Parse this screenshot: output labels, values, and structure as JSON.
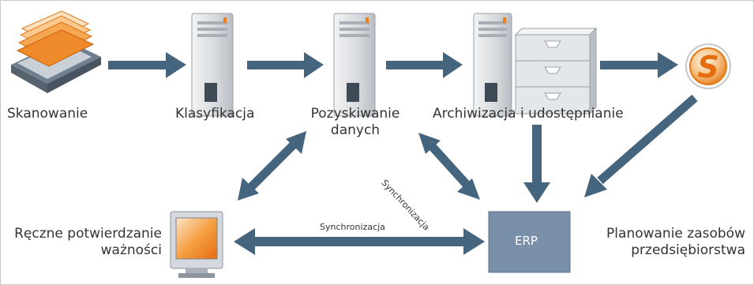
{
  "labels": {
    "scanning": "Skanowanie",
    "classification": "Klasyfikacja",
    "data_acquisition_line1": "Pozyskiwanie",
    "data_acquisition_line2": "danych",
    "archiving": "Archiwizacja i udostępnianie",
    "manual_validation_line1": "Ręczne potwierdzanie",
    "manual_validation_line2": "ważności",
    "erp": "ERP",
    "erp_full_line1": "Planowanie zasobów",
    "erp_full_line2": "przedsiębiorstwa",
    "sync_horizontal": "Synchronizacja",
    "sync_diagonal": "Synchronizacja"
  },
  "icons": {
    "scanner": "scanner-icon",
    "server": "server-icon",
    "filing_cabinet": "filing-cabinet-icon",
    "s_logo": "s-logo-icon",
    "monitor": "monitor-icon"
  },
  "colors": {
    "arrow": "#45657f",
    "erp_box": "#7a90a8",
    "accent_orange": "#f07f1a",
    "server_gray": "#d8dadc"
  }
}
